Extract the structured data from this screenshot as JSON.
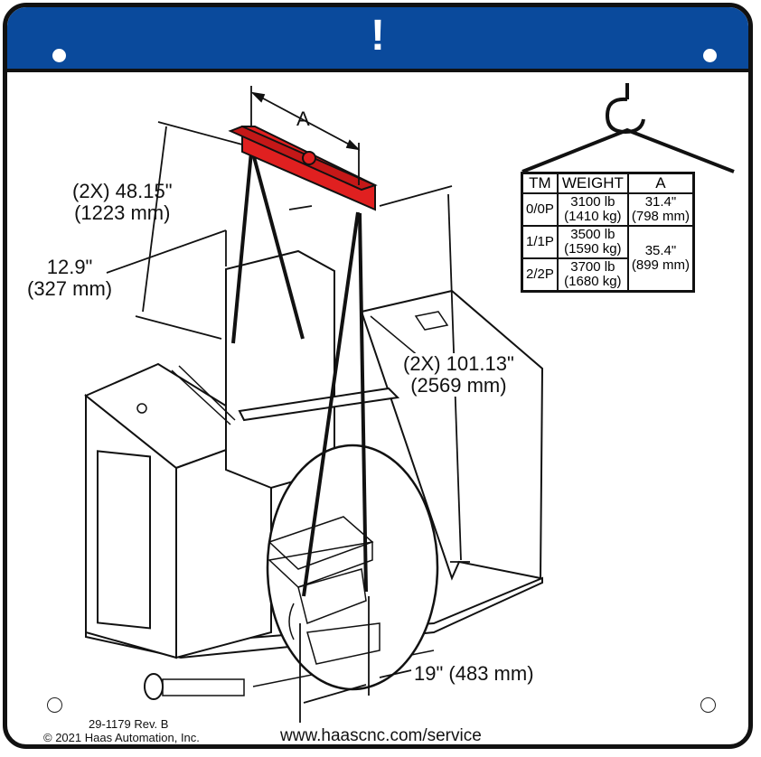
{
  "header": {
    "symbol": "!"
  },
  "dimensions": {
    "a_label": "A",
    "d48_line1": "(2X) 48.15\"",
    "d48_line2": "(1223 mm)",
    "d129_line1": "12.9\"",
    "d129_line2": "(327 mm)",
    "d101_line1": "(2X) 101.13\"",
    "d101_line2": "(2569 mm)",
    "d19": "19\" (483 mm)"
  },
  "weight_table": {
    "headers": [
      "TM",
      "WEIGHT",
      "A"
    ],
    "rows": [
      {
        "tm": "0/0P",
        "weight_lb": "3100 lb",
        "weight_kg": "(1410 kg)",
        "a_in": "31.4\"",
        "a_mm": "(798 mm)"
      },
      {
        "tm": "1/1P",
        "weight_lb": "3500 lb",
        "weight_kg": "(1590 kg)",
        "a_in": "35.4\"",
        "a_mm": "(899 mm)"
      },
      {
        "tm": "2/2P",
        "weight_lb": "3700 lb",
        "weight_kg": "(1680 kg)"
      }
    ]
  },
  "footer": {
    "part_number": "29-1179 Rev. B",
    "copyright": "© 2021 Haas Automation, Inc.",
    "url": "www.haascnc.com/service"
  },
  "colors": {
    "header_blue": "#0a4a9c",
    "spreader_red": "#e02020"
  }
}
